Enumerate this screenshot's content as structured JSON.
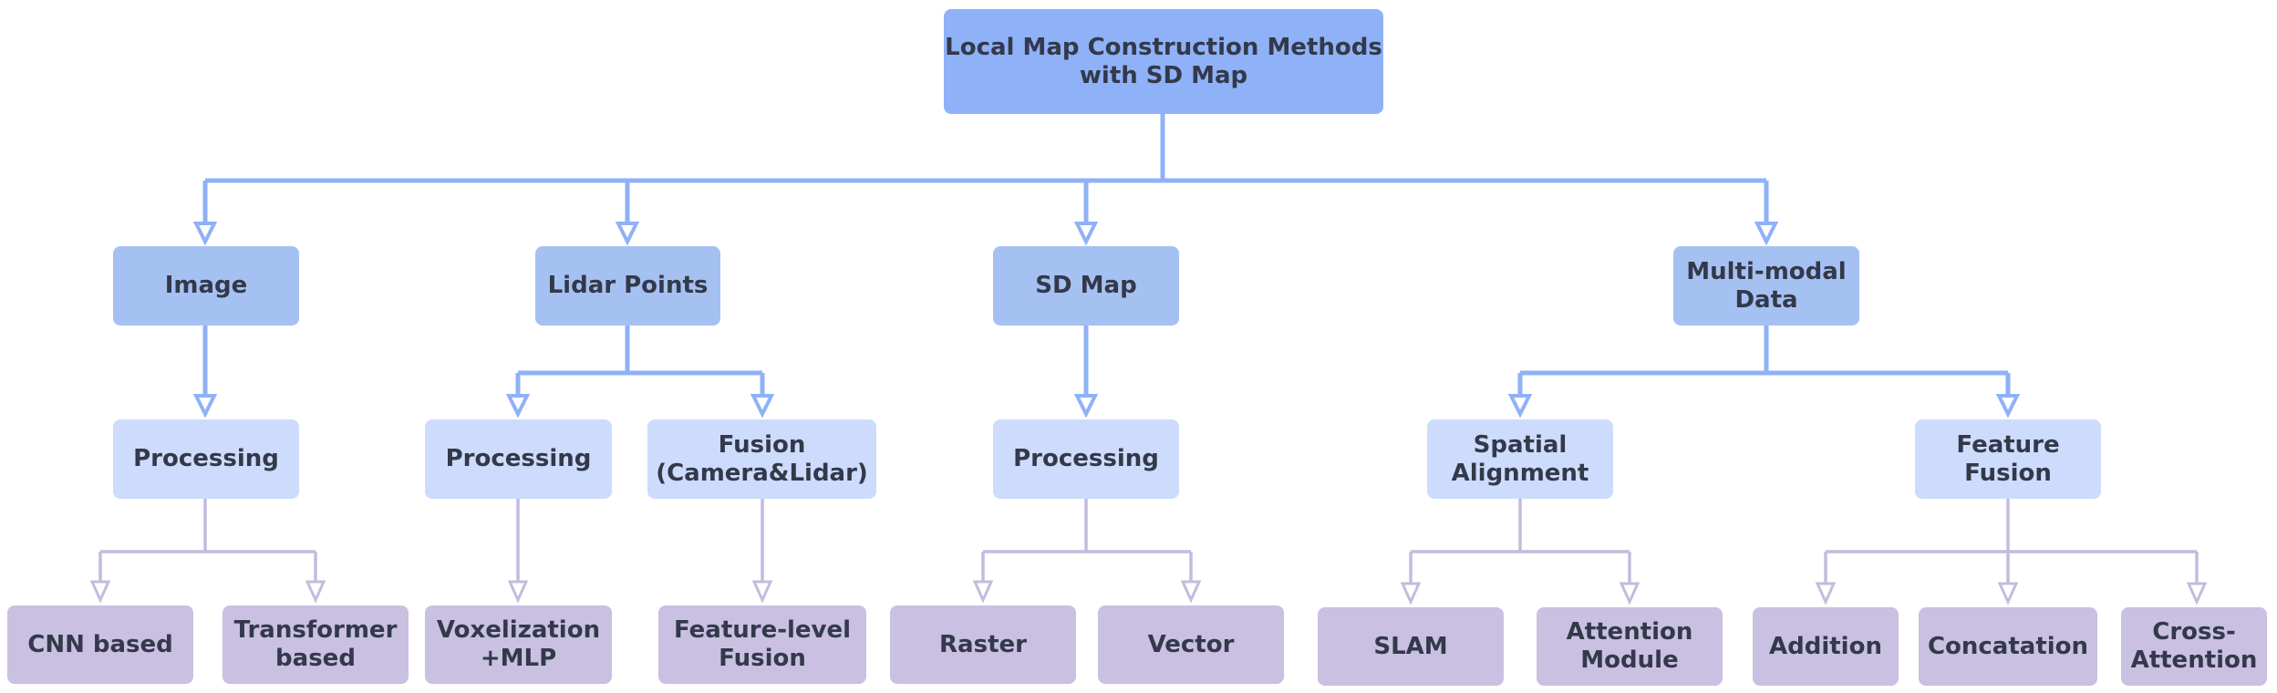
{
  "nodes": {
    "root": "Local Map Construction Methods\nwith SD Map",
    "image": "Image",
    "lidar": "Lidar Points",
    "sdmap": "SD Map",
    "multimodal": "Multi-modal\nData",
    "image_proc": "Processing",
    "lidar_proc": "Processing",
    "lidar_fusion": "Fusion\n(Camera&Lidar)",
    "sd_proc": "Processing",
    "spatial": "Spatial\nAlignment",
    "feature": "Feature\nFusion",
    "cnn": "CNN based",
    "transformer": "Transformer\nbased",
    "voxel": "Voxelization\n+MLP",
    "featlevel": "Feature-level\nFusion",
    "raster": "Raster",
    "vector": "Vector",
    "slam": "SLAM",
    "attention": "Attention\nModule",
    "addition": "Addition",
    "concat": "Concatation",
    "crossatt": "Cross-\nAttention"
  },
  "colors": {
    "root_fill": "#8fb1f8",
    "level1_fill": "#a5c1f2",
    "level2_fill": "#cddcfc",
    "level3_fill": "#c9c0e2",
    "blue_connector": "#8fb1f8",
    "purple_connector": "#c4bbdd",
    "text": "#33394a"
  }
}
